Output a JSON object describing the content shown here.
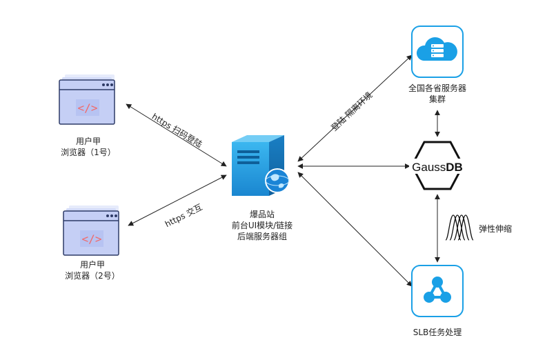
{
  "nodes": {
    "browser1": {
      "line1": "用户甲",
      "line2": "浏览器（1号）"
    },
    "browser2": {
      "line1": "用户甲",
      "line2": "浏览器（2号）"
    },
    "server": {
      "line1": "爆品站",
      "line2": "前台UI模块/链接",
      "line3": "后端服务器组"
    },
    "cloud": {
      "line1": "全国各省服务器",
      "line2": "集群"
    },
    "db": {
      "logo_text_light": "Gauss",
      "logo_text_bold": "DB"
    },
    "slb": {
      "line1": "SLB任务处理"
    },
    "elastic": {
      "label": "弹性伸缩"
    }
  },
  "edges": {
    "browser1_server": "https  扫码登陆",
    "browser2_server": "https  交互",
    "server_cloud": "登陆  隔离环境"
  },
  "colors": {
    "accent_blue": "#1aa0e6",
    "server_blue": "#1e8fd6",
    "browser_purple": "#7c8de8",
    "code_red": "#f06a6a"
  }
}
